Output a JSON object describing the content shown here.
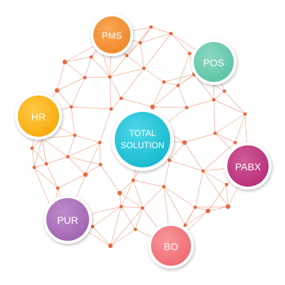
{
  "diagram": {
    "center": {
      "lines": [
        "TOTAL",
        "SOLUTION"
      ],
      "color": "#16b9cf",
      "color_light": "#4fd7e8"
    },
    "modules": [
      {
        "id": "pms",
        "label": "PMS",
        "color": "#f0862a",
        "color_light": "#f8a955"
      },
      {
        "id": "pos",
        "label": "POS",
        "color": "#5cc3a7",
        "color_light": "#8ad8c2"
      },
      {
        "id": "hr",
        "label": "HR",
        "color": "#f7aa0a",
        "color_light": "#ffc945"
      },
      {
        "id": "pabx",
        "label": "PABX",
        "color": "#b62f78",
        "color_light": "#d05a98"
      },
      {
        "id": "pur",
        "label": "PUR",
        "color": "#a164b0",
        "color_light": "#bf8bcc"
      },
      {
        "id": "bo",
        "label": "BO",
        "color": "#ef6a70",
        "color_light": "#f7979a"
      }
    ],
    "network_color": "#e9693f",
    "network_line_color": "#f3a78c"
  }
}
